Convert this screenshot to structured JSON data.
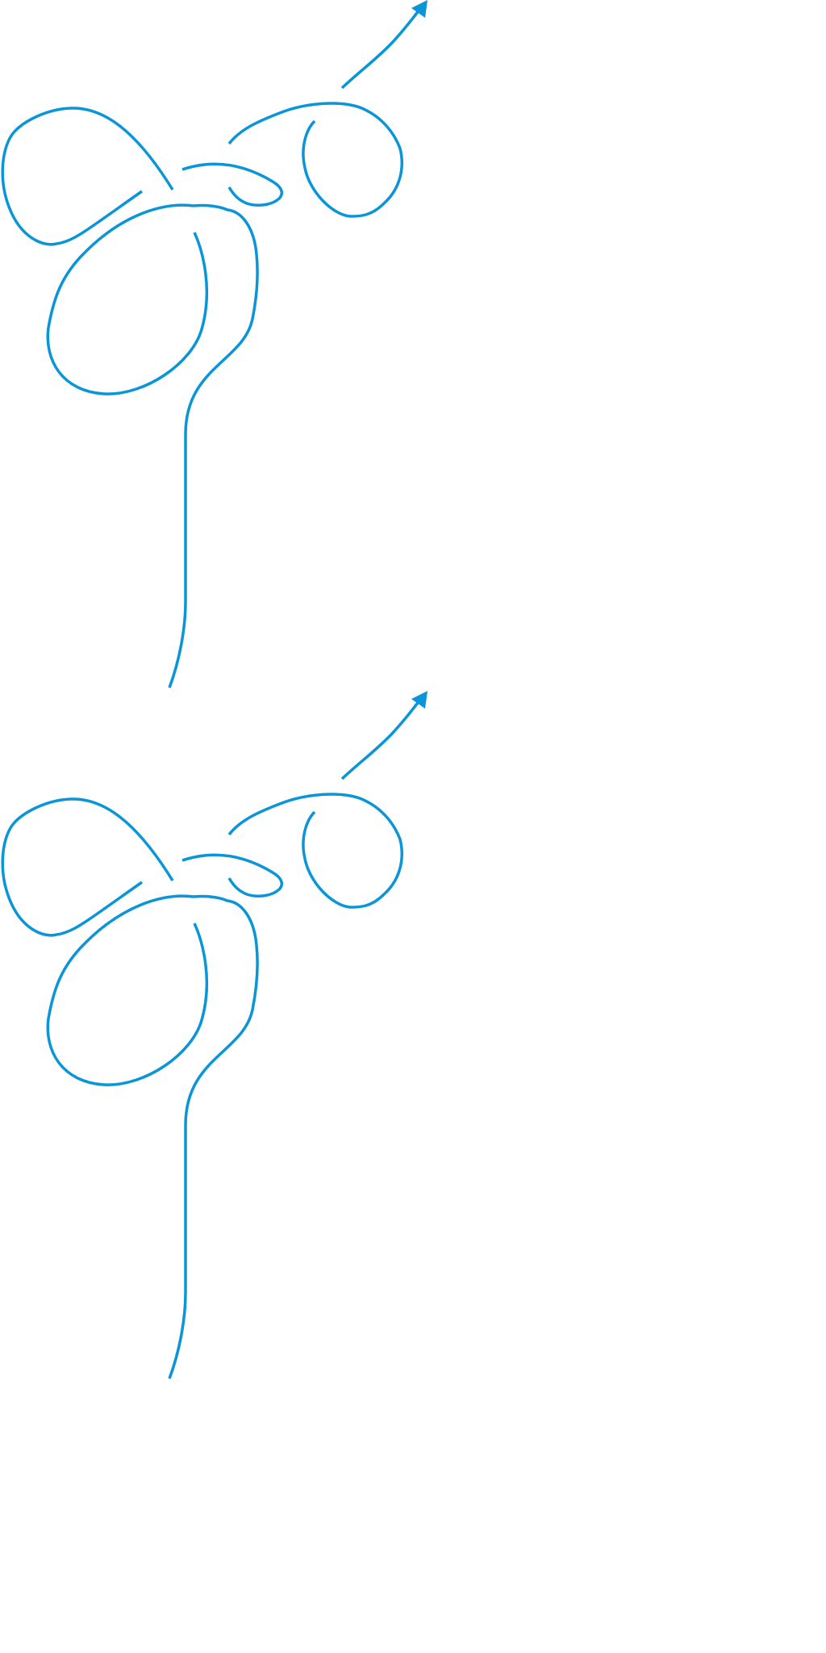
{
  "diagram": {
    "kind": "knot-diagram",
    "stroke_color": "#0A95D8",
    "background_color": "#FFFFFF",
    "panels": [
      {
        "id": "top",
        "has_arrowhead": true
      },
      {
        "id": "bottom",
        "has_arrowhead": true
      }
    ]
  }
}
